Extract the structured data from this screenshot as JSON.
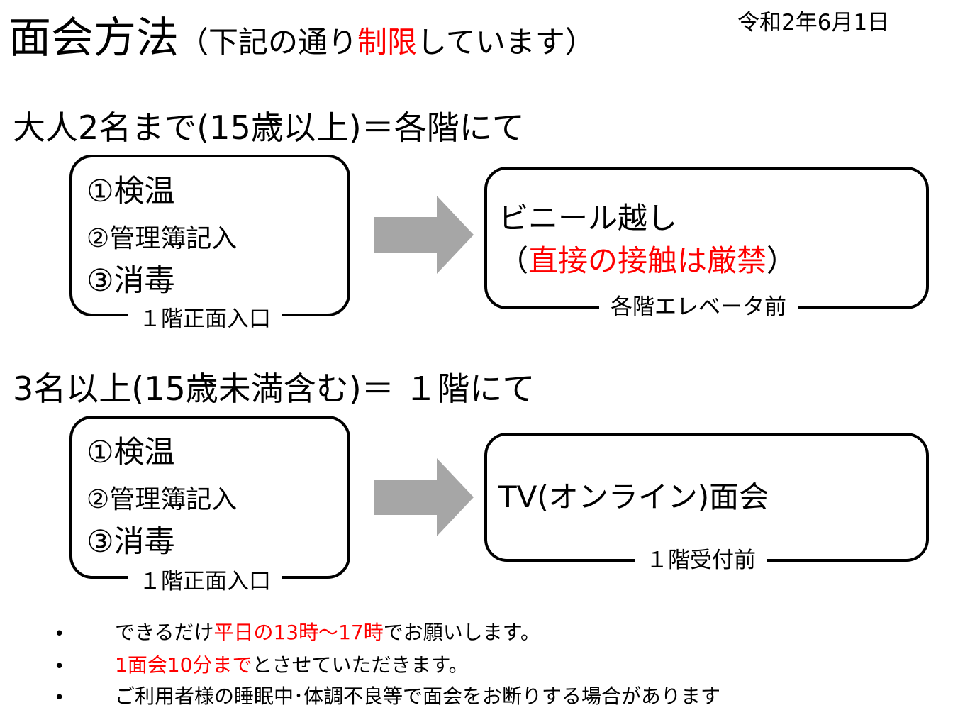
{
  "header": {
    "title_main": "面会方法",
    "title_sub_open": "（下記の通り",
    "title_sub_red": "制限",
    "title_sub_close": "しています）",
    "date": "令和2年6月1日"
  },
  "section1": {
    "heading": "大人2名まで(15歳以上)＝各階にて",
    "steps": [
      "①検温",
      "②管理簿記入",
      "③消毒"
    ],
    "left_caption": "１階正面入口",
    "right_line1": "ビニール越し",
    "right_line2_open": "（",
    "right_line2_red": "直接の接触は厳禁",
    "right_line2_close": "）",
    "right_caption": "各階エレベータ前"
  },
  "section2": {
    "heading": "3名以上(15歳未満含む)＝ １階にて",
    "steps": [
      "①検温",
      "②管理簿記入",
      "③消毒"
    ],
    "left_caption": "１階正面入口",
    "right_line1": "TV(オンライン)面会",
    "right_caption": "１階受付前"
  },
  "notes": [
    {
      "bullet": "•",
      "pre": "できるだけ",
      "red": "平日の13時～17時",
      "post": "でお願いします。"
    },
    {
      "bullet": "•",
      "pre": "",
      "red": "1面会10分まで",
      "post": "とさせていただきます。"
    },
    {
      "bullet": "•",
      "pre": "ご利用者様の睡眠中･体調不良等で面会をお断りする場合があります",
      "red": "",
      "post": ""
    }
  ],
  "colors": {
    "text": "#000000",
    "emphasis": "#ff0000",
    "arrow": "#a6a6a6"
  }
}
